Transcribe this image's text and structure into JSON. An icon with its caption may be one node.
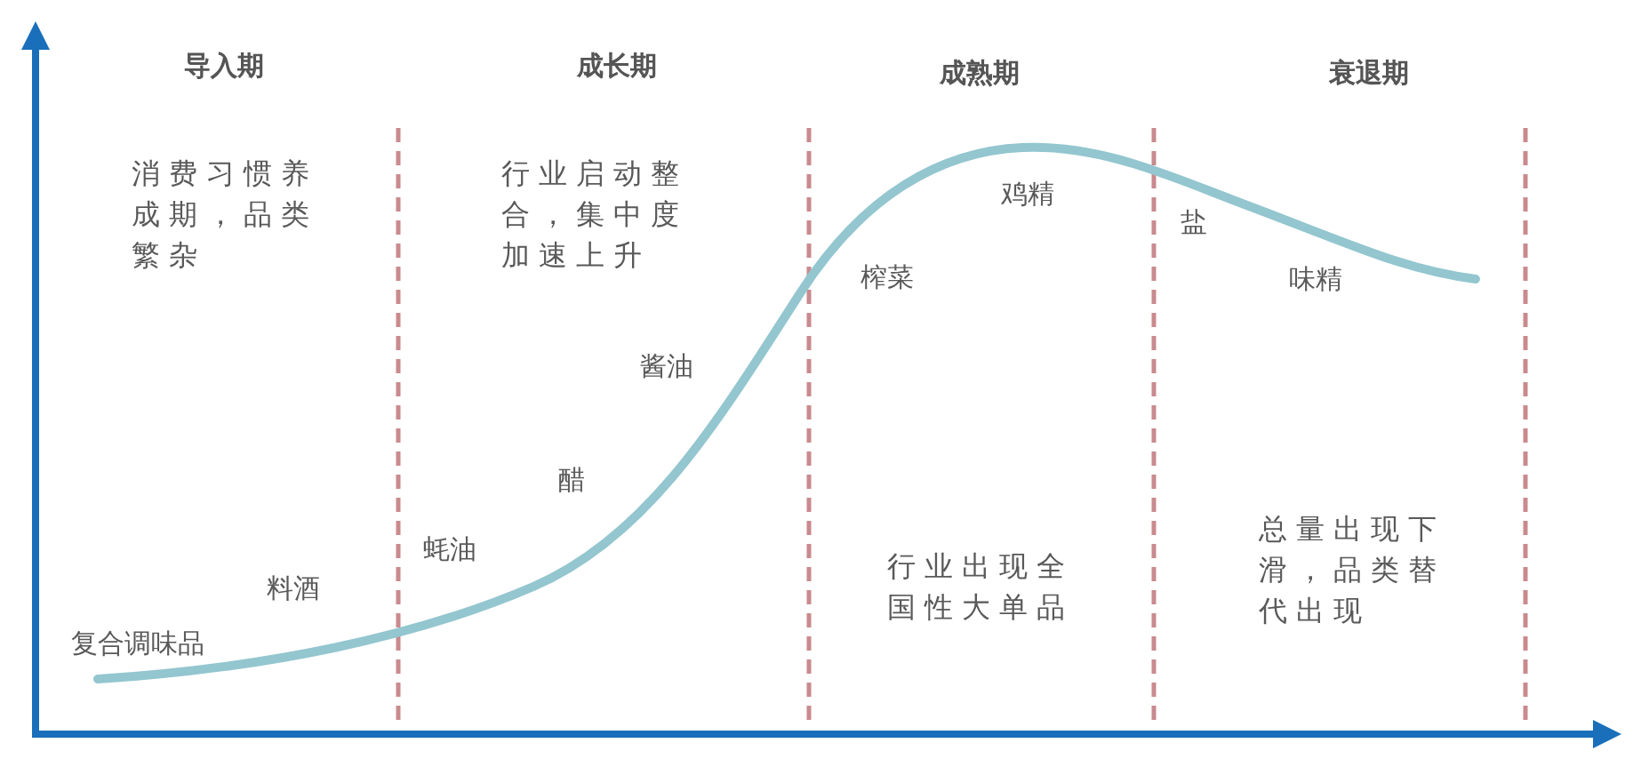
{
  "diagram": {
    "labels": [
      "导入期",
      "成长期",
      "成熟期",
      "衰退期",
      "消费习惯养成期，品类繁杂",
      "行业启动整合，集中度加速上升",
      "鸡精",
      "盐",
      "榨菜",
      "味精",
      "酱油",
      "醋",
      "总量出现下滑，品类替代出现",
      "蚝油",
      "行业出现全国性大单品",
      "料酒",
      "复合调味品"
    ]
  }
}
